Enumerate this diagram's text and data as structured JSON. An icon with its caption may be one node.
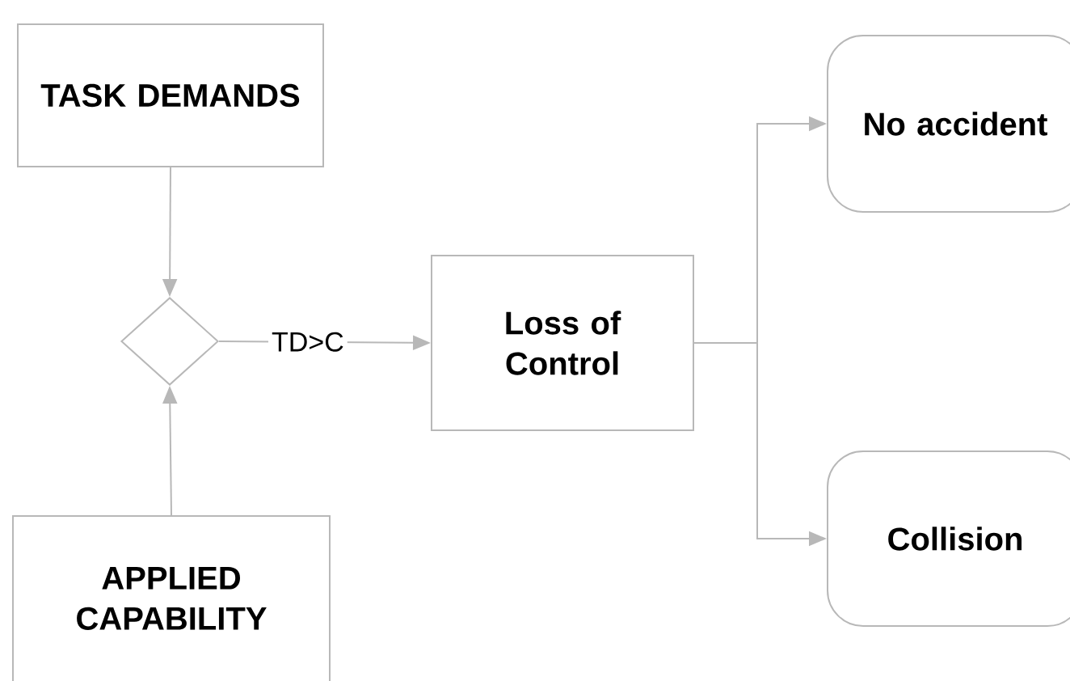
{
  "diagram": {
    "nodes": [
      {
        "text": [
          "TASK DEMANDS"
        ]
      },
      {
        "text": [],
        "shape": "diamond"
      },
      {
        "text": [
          "APPLIED CAPABILITY"
        ]
      },
      {
        "text": [
          "Loss of Control"
        ]
      },
      {
        "text": [
          "No accident"
        ]
      },
      {
        "text": [
          "Collision"
        ]
      }
    ],
    "edges": [
      {
        "from": 0,
        "to": 1,
        "arrow": "to"
      },
      {
        "from": 2,
        "to": 1,
        "arrow": "to"
      },
      {
        "from": 1,
        "to": 3,
        "arrow": "to",
        "label": "TD>C"
      },
      {
        "from": 3,
        "to": 4,
        "arrow": "to"
      },
      {
        "from": 3,
        "to": 5,
        "arrow": "to"
      }
    ]
  }
}
